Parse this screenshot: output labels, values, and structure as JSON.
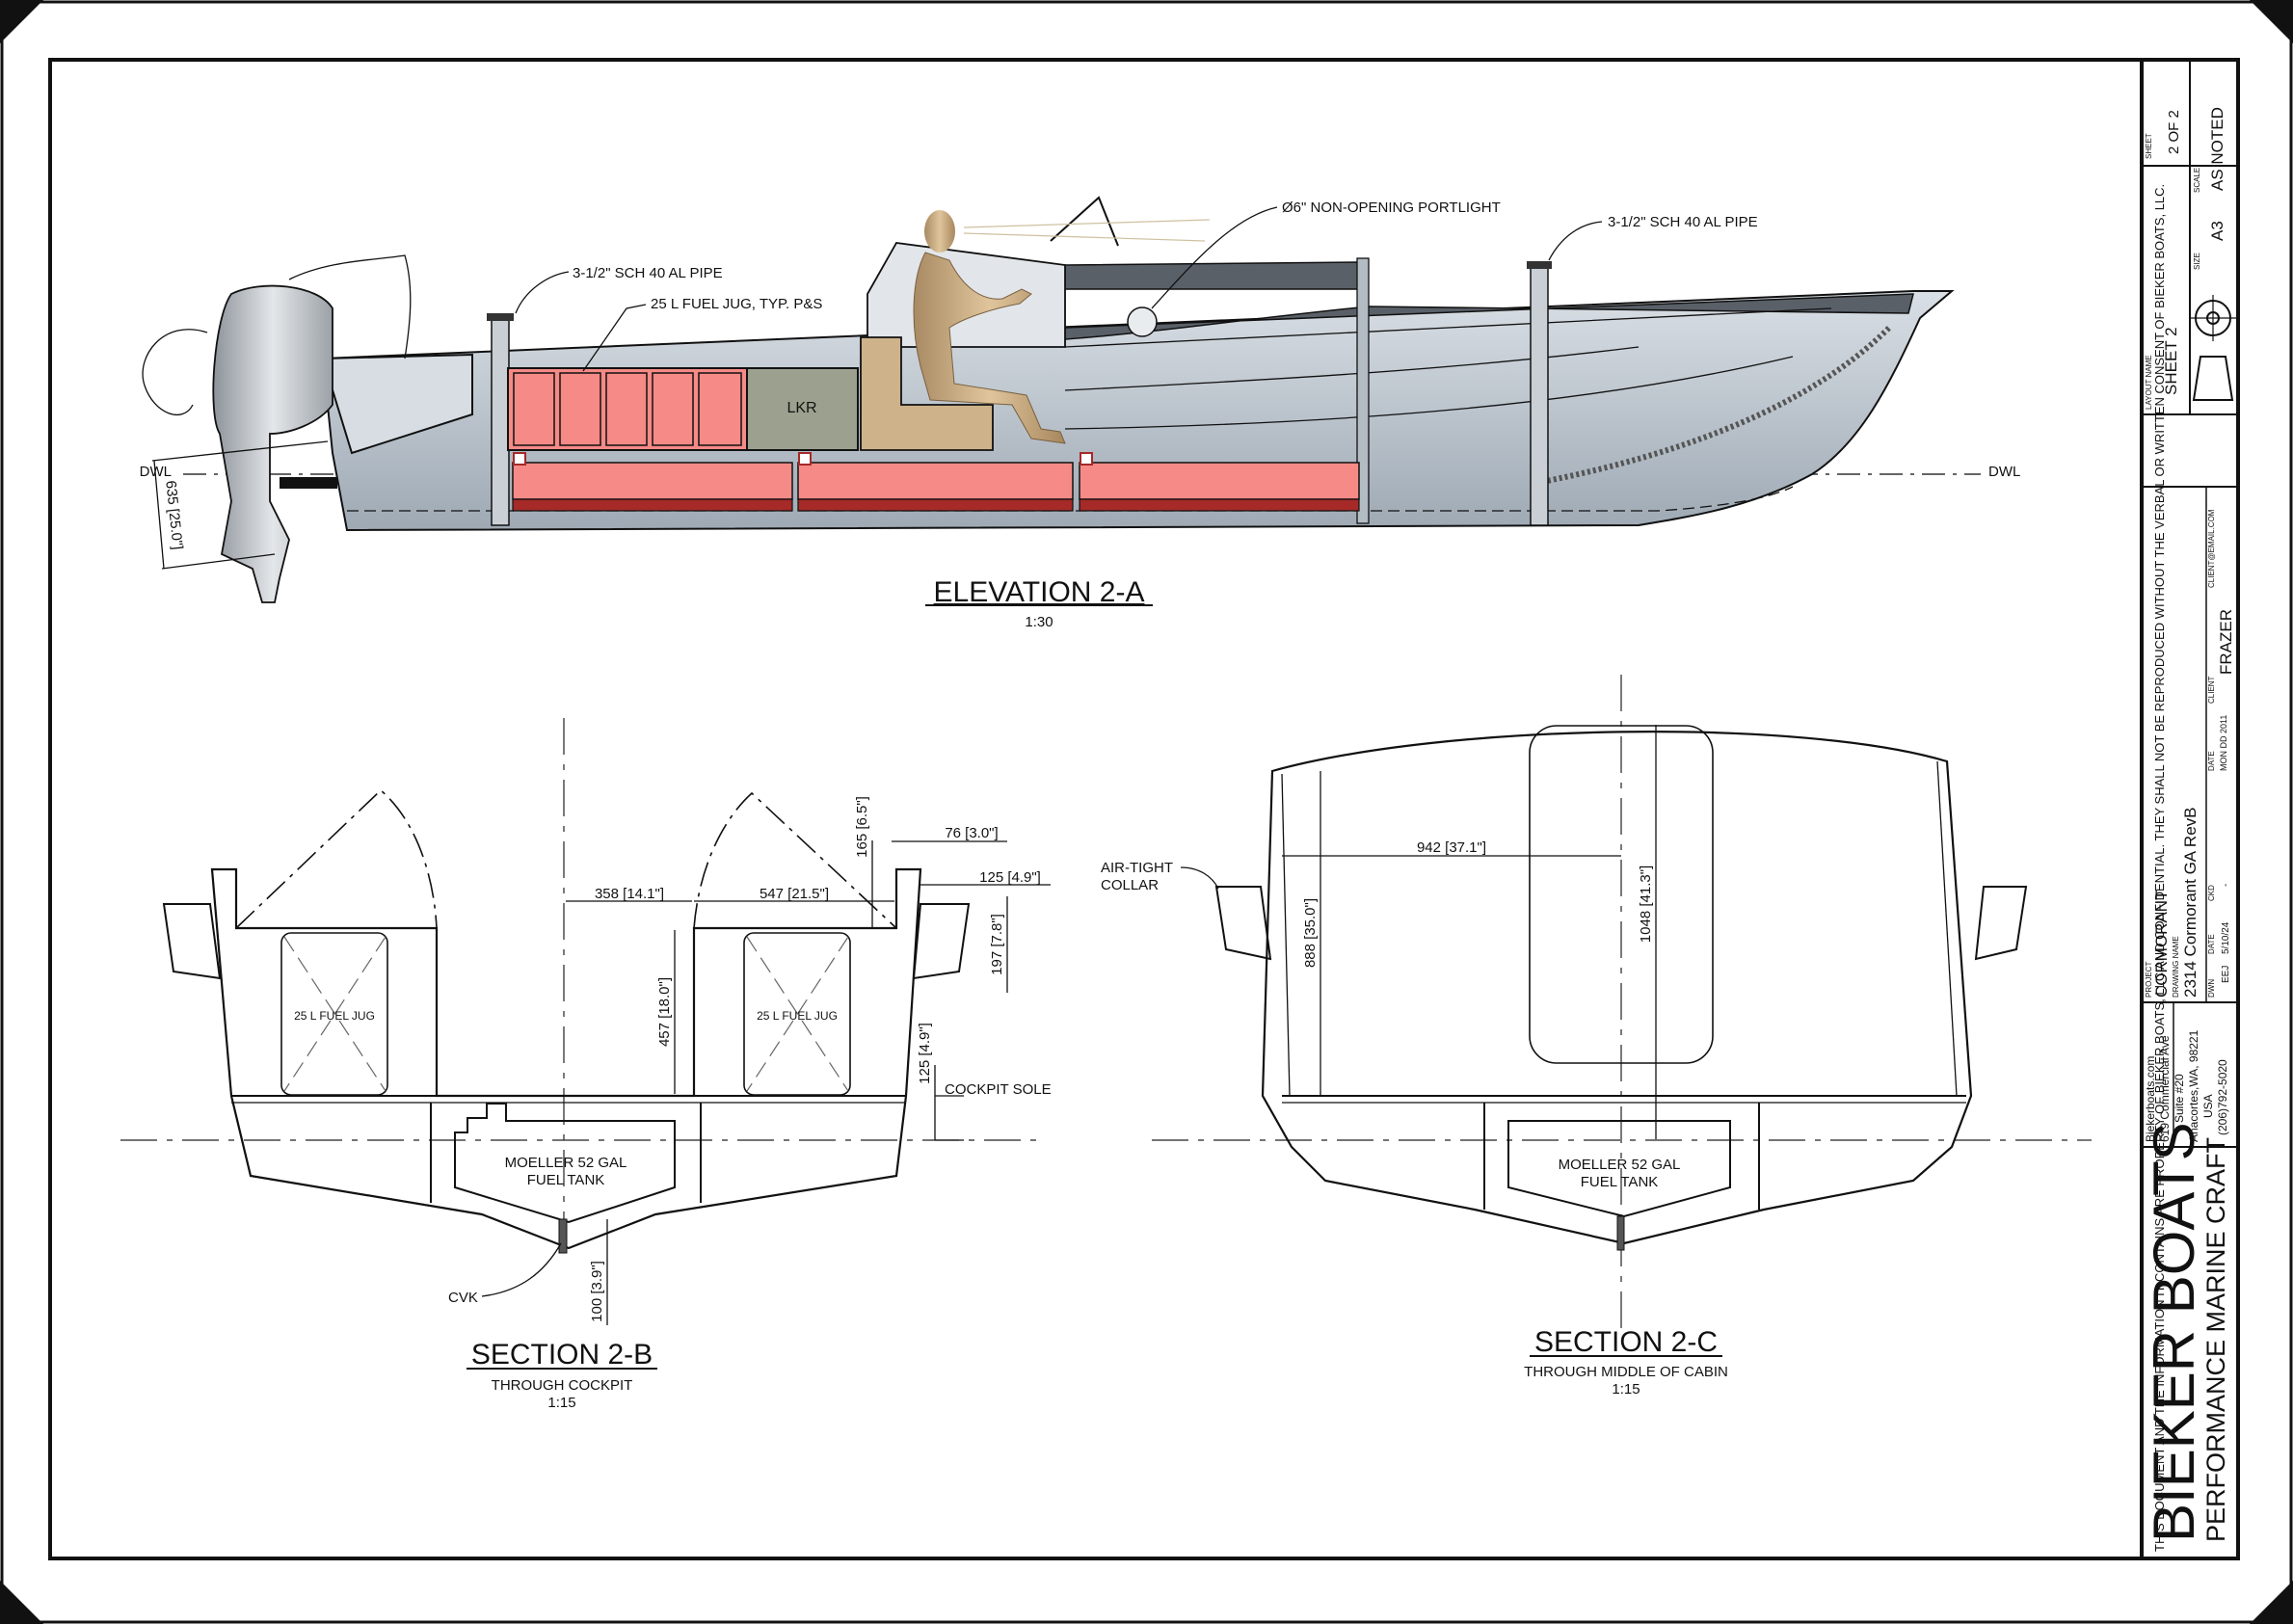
{
  "elevation": {
    "title": "ELEVATION 2-A",
    "scale": "1:30",
    "callouts": {
      "pipe_aft": "3-1/2\" SCH 40 AL PIPE",
      "fuel_jug": "25 L FUEL JUG, TYP. P&S",
      "portlight": "Ø6\" NON-OPENING PORTLIGHT",
      "pipe_fwd": "3-1/2\" SCH 40 AL PIPE",
      "locker": "LKR",
      "dwl_left": "DWL",
      "dwl_right": "DWL",
      "shaft_dim": "635 [25.0\"]"
    }
  },
  "section_b": {
    "title": "SECTION 2-B",
    "subtitle": "THROUGH COCKPIT",
    "scale": "1:15",
    "dims": {
      "d358": "358 [14.1\"]",
      "d547": "547 [21.5\"]",
      "d165": "165 [6.5\"]",
      "d76": "76 [3.0\"]",
      "d125a": "125 [4.9\"]",
      "d197": "197 [7.8\"]",
      "d457": "457 [18.0\"]",
      "d125b": "125 [4.9\"]",
      "d100": "100 [3.9\"]"
    },
    "labels": {
      "jug_left": "25 L FUEL JUG",
      "jug_right": "25 L FUEL JUG",
      "cockpit_sole": "COCKPIT SOLE",
      "tank_line1": "MOELLER 52 GAL",
      "tank_line2": "FUEL TANK",
      "cvk": "CVK"
    }
  },
  "section_c": {
    "title": "SECTION 2-C",
    "subtitle": "THROUGH MIDDLE OF CABIN",
    "scale": "1:15",
    "dims": {
      "d942": "942 [37.1\"]",
      "d888": "888 [35.0\"]",
      "d1048": "1048 [41.3\"]"
    },
    "labels": {
      "collar_line1": "AIR-TIGHT",
      "collar_line2": "COLLAR",
      "tank_line1": "MOELLER 52 GAL",
      "tank_line2": "FUEL TANK"
    }
  },
  "title_block": {
    "company": "BIEKER BOATS",
    "tagline": "PERFORMANCE MARINE CRAFT",
    "address": [
      "Biekerboats.com",
      "619 Commercial Ave",
      "Suite #20",
      "Anacortes,WA, 98221",
      "USA",
      "(206)792-5020"
    ],
    "project_label": "PROJECT",
    "project": "CORMORANT",
    "drawing_name_label": "DRAWING NAME",
    "drawing_name": "2314 Cormorant GA RevB",
    "dwn_label": "DWN",
    "dwn": "EEJ",
    "date_label": "DATE",
    "date": "5/10/24",
    "ckd_label": "CKD",
    "ckd": "-",
    "date2_label": "DATE",
    "date2": "MON DD 2011",
    "client_label": "CLIENT",
    "client": "FRAZER",
    "client_email": "CLIENT@EMAIL.COM",
    "layout_label": "LAYOUT NAME",
    "layout_name": "SHEET 2",
    "size_label": "SIZE",
    "size": "A3",
    "scale_label": "SCALE",
    "scale": "AS NOTED",
    "sheet_label": "SHEET",
    "sheet": "2  OF  2",
    "disclaimer": "THIS DOCUMENT AND THE INFORMATION IT CONTAINS ARE PROPERTY OF BIEKER BOATS, LLC AND CONFIDENTIAL. THEY SHALL NOT BE REPRODUCED WITHOUT THE VERBAL OR WRITTEN CONSENT OF BIEKER BOATS, LLC."
  },
  "colors": {
    "hull": "#b9c3cd",
    "fuel": "#f58a86",
    "locker": "#9ca08f",
    "seat": "#cdb28a",
    "canopy": "#5a6068"
  }
}
